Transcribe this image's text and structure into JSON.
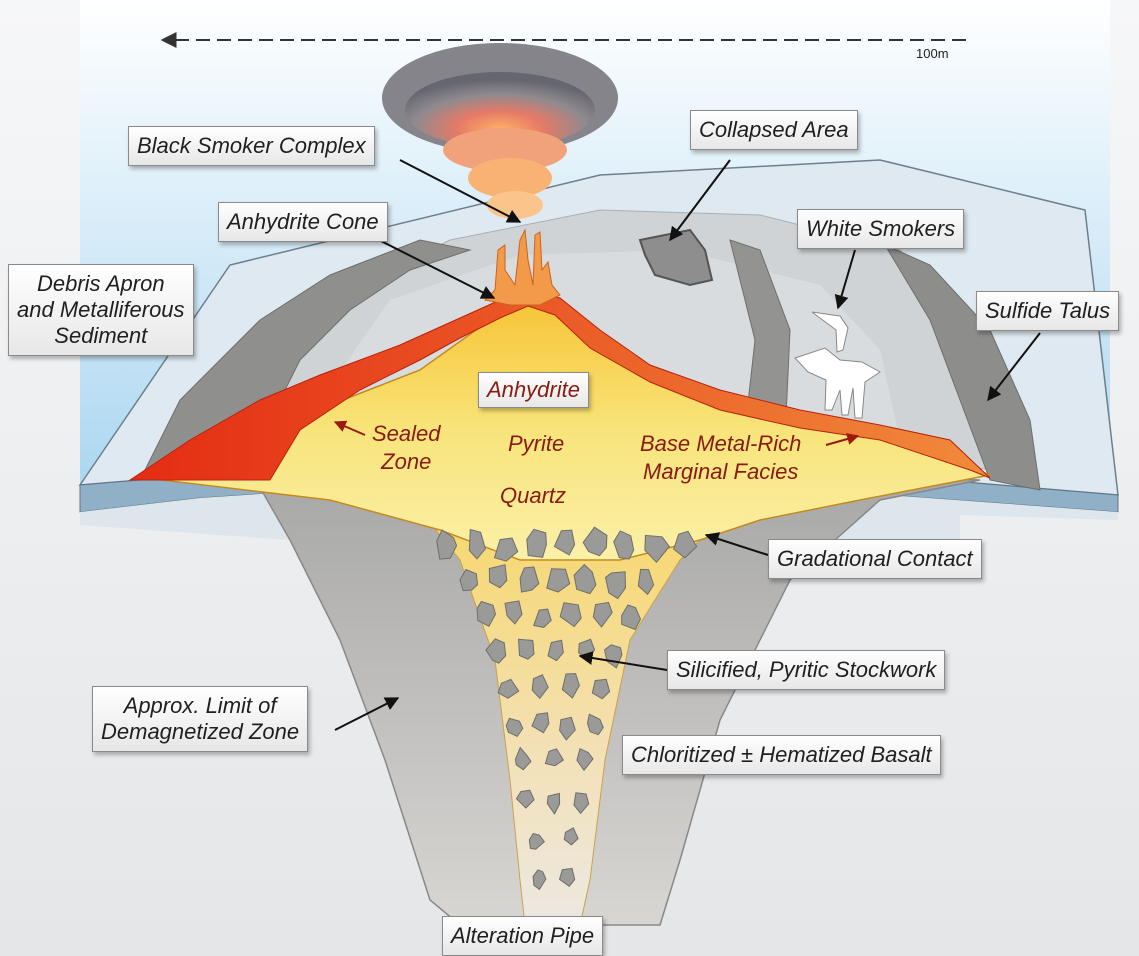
{
  "scale": {
    "label": "100m"
  },
  "labels": {
    "black_smoker": "Black Smoker Complex",
    "collapsed_area": "Collapsed Area",
    "anhydrite_cone": "Anhydrite Cone",
    "white_smokers": "White Smokers",
    "debris_apron": [
      "Debris Apron",
      "and Metalliferous",
      "Sediment"
    ],
    "sulfide_talus": "Sulfide Talus",
    "gradational_contact": "Gradational Contact",
    "stockwork": "Silicified, Pyritic Stockwork",
    "demagnetized": [
      "Approx. Limit of",
      "Demagnetized Zone"
    ],
    "basalt": "Chloritized ± Hematized Basalt",
    "alteration_pipe": "Alteration Pipe"
  },
  "zones": {
    "anhydrite": "Anhydrite",
    "pyrite": "Pyrite",
    "quartz": "Quartz",
    "sealed": [
      "Sealed",
      "Zone"
    ],
    "base_metal": [
      "Base Metal-Rich",
      "Marginal Facies"
    ]
  },
  "colors": {
    "sky": "#bcdff3",
    "seafloor": "#dbe8f1",
    "basalt": "#b5b5b3",
    "mound_yellow": "#f6dc62",
    "sealed_red": "#e3341c",
    "zone_text": "#8a1a12",
    "stockwork_clast": "#9a9a98",
    "plume": "#7d7d80"
  }
}
